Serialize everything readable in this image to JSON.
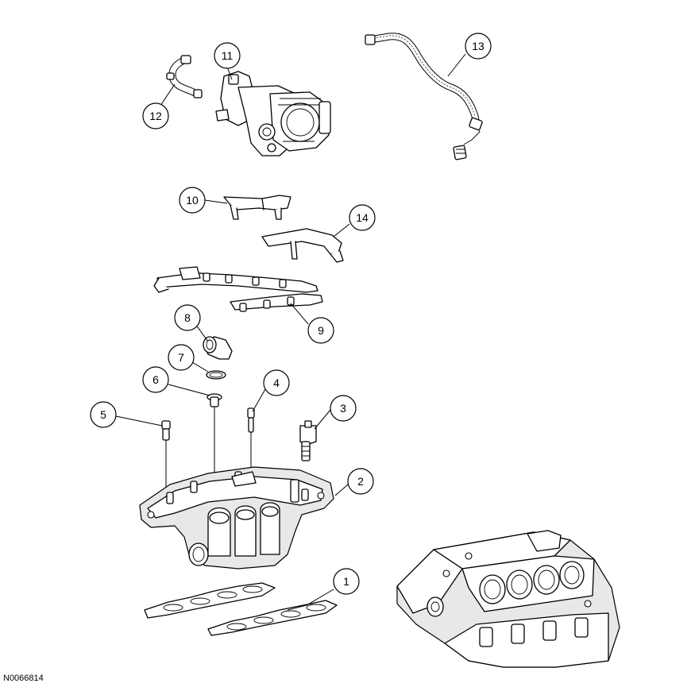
{
  "diagram": {
    "reference_code": "N0066814",
    "callouts": [
      {
        "id": "1",
        "label": "1"
      },
      {
        "id": "2",
        "label": "2"
      },
      {
        "id": "3",
        "label": "3"
      },
      {
        "id": "4",
        "label": "4"
      },
      {
        "id": "5",
        "label": "5"
      },
      {
        "id": "6",
        "label": "6"
      },
      {
        "id": "7",
        "label": "7"
      },
      {
        "id": "8",
        "label": "8"
      },
      {
        "id": "9",
        "label": "9"
      },
      {
        "id": "10",
        "label": "10"
      },
      {
        "id": "11",
        "label": "11"
      },
      {
        "id": "12",
        "label": "12"
      },
      {
        "id": "13",
        "label": "13"
      },
      {
        "id": "14",
        "label": "14"
      }
    ],
    "colors": {
      "line": "#000000",
      "background": "#ffffff",
      "shade": "#e8e8e8"
    }
  }
}
